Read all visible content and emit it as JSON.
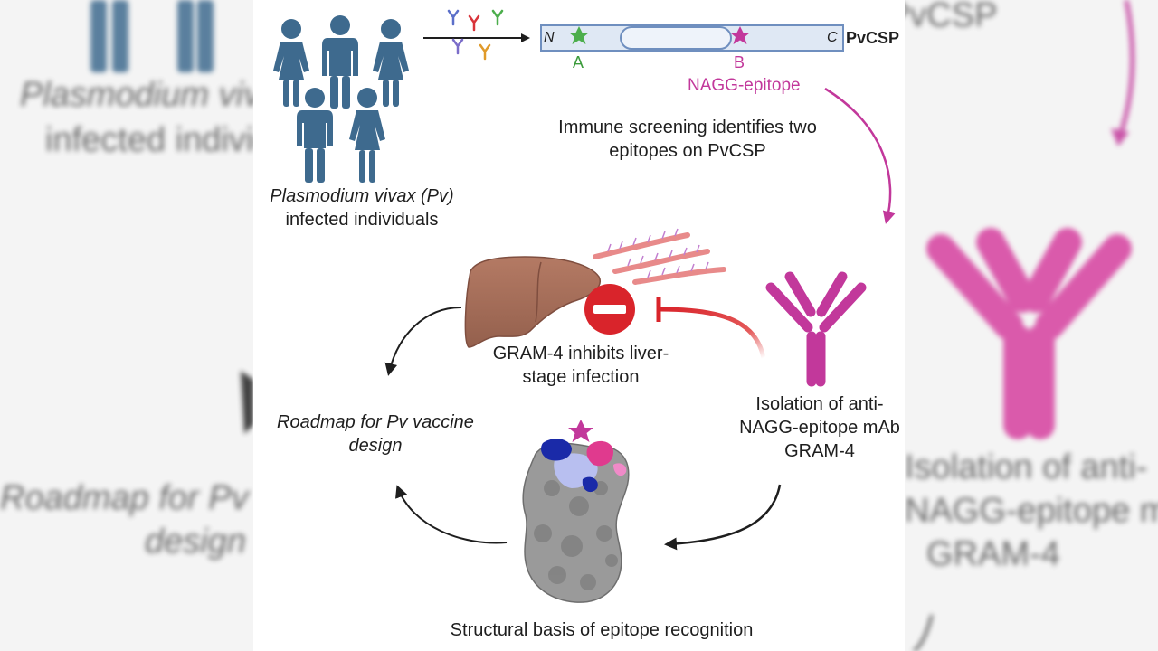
{
  "colors": {
    "people": "#3e6a8e",
    "magenta": "#c2389b",
    "green": "#4cae4c",
    "liver": "#a8705c",
    "inhibit_red": "#d9242b",
    "protein_gray": "#9a9a9a",
    "arrow_dark": "#1e1e1e"
  },
  "infected": {
    "line1": "Plasmodium vivax (Pv)",
    "line2": "infected individuals"
  },
  "pvcsp": {
    "n_terminus": "N",
    "c_terminus": "C",
    "name": "PvCSP",
    "epitope_a": "A",
    "epitope_b": "B",
    "nagg_label": "NAGG-epitope"
  },
  "screening": {
    "line1": "Immune screening identifies two",
    "line2": "epitopes on PvCSP"
  },
  "inhibition": {
    "line1": "GRAM-4 inhibits liver-",
    "line2": "stage infection"
  },
  "isolation": {
    "line1": "Isolation of anti-",
    "line2": "NAGG-epitope mAb",
    "line3": "GRAM-4"
  },
  "roadmap": {
    "line1": "Roadmap for Pv vaccine",
    "line2": "design"
  },
  "structural": {
    "label": "Structural basis of epitope recognition"
  },
  "icons": [
    "person-icon",
    "antibody-icon",
    "star-icon",
    "liver-icon",
    "no-entry-icon",
    "sporozoite-icon",
    "protein-surface-icon"
  ]
}
